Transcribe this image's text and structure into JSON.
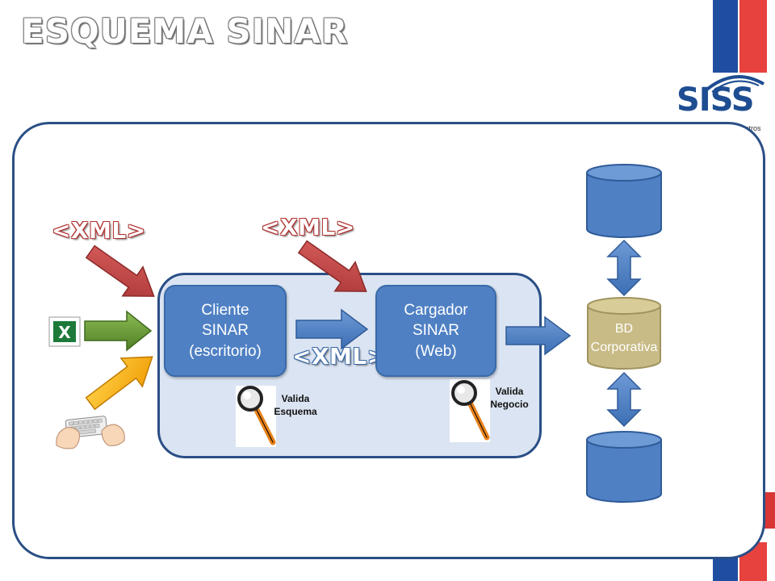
{
  "title": "ESQUEMA SINAR",
  "logo": {
    "text": "SISS",
    "subtext": "sotros"
  },
  "xml_labels": {
    "left": "<XML>",
    "top": "<XML>",
    "middle": "<XML>"
  },
  "nodes": {
    "client": {
      "line1": "Cliente",
      "line2": "SINAR",
      "line3": "(escritorio)"
    },
    "loader": {
      "line1": "Cargador",
      "line2": "SINAR",
      "line3": "(Web)"
    },
    "database": {
      "line1": "BD",
      "line2": "Corporativa"
    }
  },
  "validations": {
    "schema": {
      "line1": "Valida",
      "line2": "Esquema"
    },
    "business": {
      "line1": "Valida",
      "line2": "Negocio"
    }
  },
  "colors": {
    "frame": "#2a4f86",
    "node_blue": "#4f80c4",
    "db_tan": "#c8bb85",
    "arrow_red": "#b84343",
    "arrow_green": "#6a9a3a",
    "arrow_yellow": "#f0b400",
    "flag_red": "#e8423f",
    "flag_blue": "#1f4ea1"
  },
  "icons": [
    "excel-icon",
    "keyboard-icon",
    "magnifier-icon",
    "database-icon"
  ]
}
